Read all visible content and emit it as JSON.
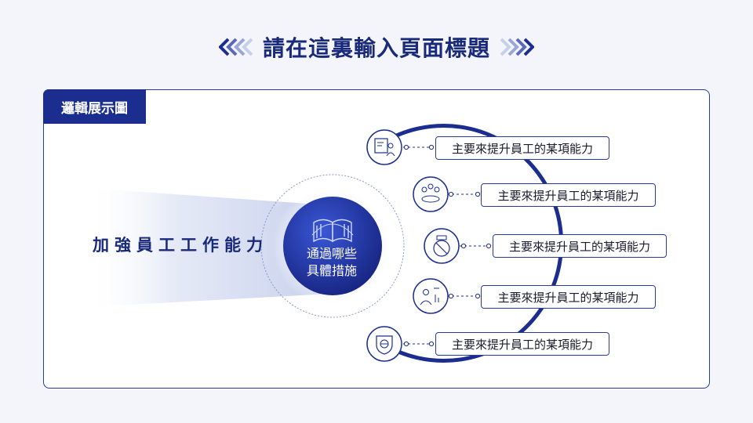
{
  "header": {
    "title": "請在這裏輸入頁面標題"
  },
  "panel": {
    "tag": "邏輯展示圖"
  },
  "diagram": {
    "main_label": "加強員工工作能力",
    "center_text": [
      "通過哪些",
      "具體措施"
    ],
    "items": [
      {
        "label": "主要來提升員工的某項能力",
        "icon": "presentation-chart-icon"
      },
      {
        "label": "主要來提升員工的某項能力",
        "icon": "team-meeting-icon"
      },
      {
        "label": "主要來提升員工的某項能力",
        "icon": "no-smoking-icon"
      },
      {
        "label": "主要來提升員工的某項能力",
        "icon": "presenter-icon"
      },
      {
        "label": "主要來提升員工的某項能力",
        "icon": "globe-shield-icon"
      }
    ]
  },
  "colors": {
    "primary": "#1b2e8f",
    "text": "#1a2a7a",
    "background": "#f3f5fa"
  }
}
